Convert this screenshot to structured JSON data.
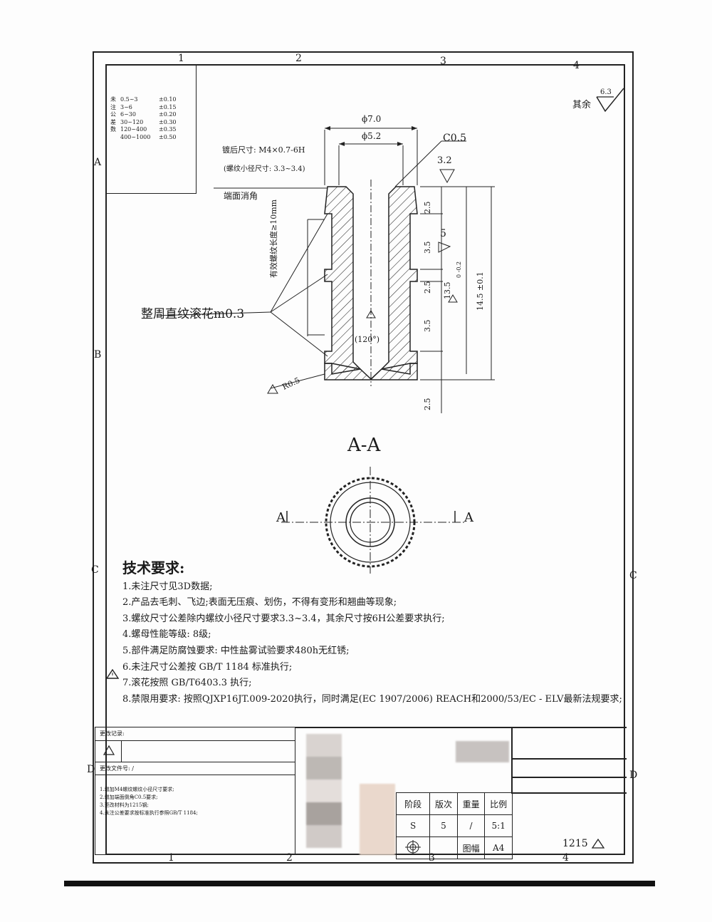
{
  "zones_top": [
    "1",
    "2",
    "3",
    "4"
  ],
  "zones_bottom": [
    "1",
    "2",
    "3",
    "4"
  ],
  "zones_left": [
    "A",
    "B",
    "C",
    "D"
  ],
  "zones_right": [
    "C",
    "D"
  ],
  "surface_default": {
    "label": "其余",
    "value": "6.3"
  },
  "tolerance_table": {
    "heads": [
      "未",
      "注",
      "公",
      "差",
      "数"
    ],
    "rows": [
      {
        "range": "0.5~3",
        "tol": "±0.10"
      },
      {
        "range": "3~6",
        "tol": "±0.15"
      },
      {
        "range": "6~30",
        "tol": "±0.20"
      },
      {
        "range": "30~120",
        "tol": "±0.30"
      },
      {
        "range": "120~400",
        "tol": "±0.35"
      },
      {
        "range": "400~1000",
        "tol": "±0.50"
      }
    ]
  },
  "annotations": {
    "thread_size": "镀后尺寸: M4×0.7-6H",
    "minor_dia": "(螺纹小径尺寸: 3.3~3.4)",
    "end_chamfer": "端面消角",
    "knurl": "整周直纹滚花m0.3",
    "thread_len": "有效螺纹长度≥10mm",
    "radius": "R0.5",
    "dia_outer": "ϕ7.0",
    "dia_inner": "ϕ5.2",
    "chamfer": "C0.5",
    "rough1": "3.2",
    "rough2": "5",
    "dim_25a": "2.5",
    "dim_35a": "3.5",
    "dim_25b": "2.5",
    "dim_35b": "3.5",
    "dim_25c": "2.5",
    "dim_135": "13.5",
    "dim_135_tol": "0 -0.2",
    "dim_145": "14.5 ±0.1",
    "angle": "(120°)"
  },
  "section": {
    "title": "A-A",
    "left_label": "A",
    "right_label": "A"
  },
  "tech": {
    "title": "技术要求:",
    "items": [
      "1.未注尺寸见3D数据;",
      "2.产品去毛刺、飞边;表面无压痕、划伤，不得有变形和翘曲等现象;",
      "3.螺纹尺寸公差除内螺纹小径尺寸要求3.3~3.4，其余尺寸按6H公差要求执行;",
      "4.螺母性能等级: 8级;",
      "5.部件满足防腐蚀要求: 中性盐雾试验要求480h无红锈;",
      "6.未注尺寸公差按 GB/T 1184 标准执行;",
      "7.滚花按照 GB/T6403.3 执行;",
      "8.禁限用要求: 按照QJXP16JT.009-2020执行，同时满足(EC 1907/2006) REACH和2000/53/EC - ELV最新法规要求;"
    ]
  },
  "revision": {
    "heading1": "更改记录:",
    "heading2": "更改文件号: /",
    "notes": [
      "1.增加M4螺纹螺纹小径尺寸要求;",
      "2.增加端面倒角C0.5要求;",
      "3.更改材料为1215钢;",
      "4.未注公差要求按标准执行参照GB/T 1184;"
    ]
  },
  "title_block": {
    "headers": [
      "阶段",
      "版次",
      "重量",
      "比例"
    ],
    "values": [
      "S",
      "5",
      "/",
      "5:1"
    ],
    "sheet_label": "图幅",
    "sheet_value": "A4",
    "material": "1215"
  }
}
